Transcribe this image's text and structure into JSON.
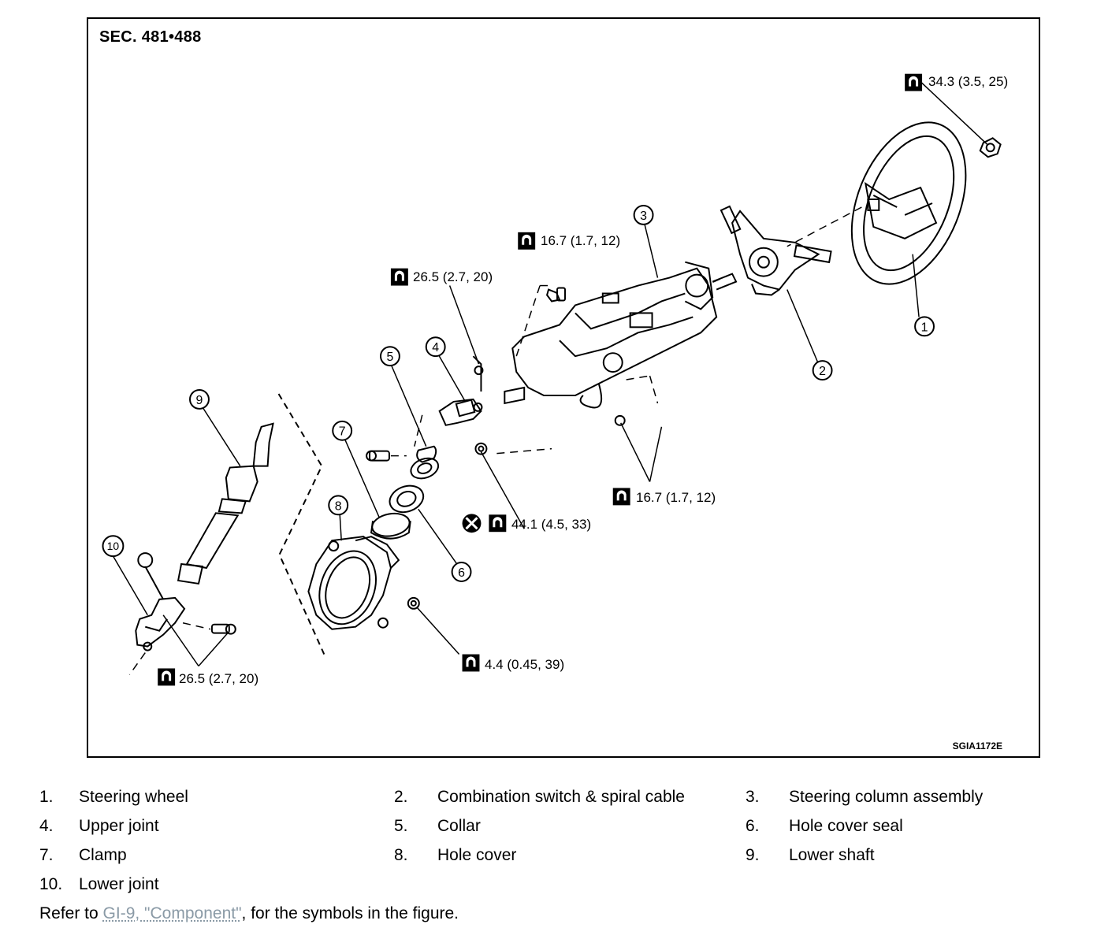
{
  "section_title": "SEC. 481•488",
  "figure_code": "SGIA1172E",
  "callouts": [
    "1",
    "2",
    "3",
    "4",
    "5",
    "6",
    "7",
    "8",
    "9",
    "10"
  ],
  "torques": {
    "t1": "34.3 (3.5, 25)",
    "t2": "16.7 (1.7, 12)",
    "t3": "26.5 (2.7, 20)",
    "t4": "16.7 (1.7, 12)",
    "t5": "44.1 (4.5, 33)",
    "t6": "4.4 (0.45, 39)",
    "t7": "26.5 (2.7, 20)"
  },
  "legend": [
    {
      "num": "1.",
      "label": "Steering wheel"
    },
    {
      "num": "2.",
      "label": "Combination switch & spiral cable"
    },
    {
      "num": "3.",
      "label": "Steering column assembly"
    },
    {
      "num": "4.",
      "label": "Upper joint"
    },
    {
      "num": "5.",
      "label": "Collar"
    },
    {
      "num": "6.",
      "label": "Hole cover seal"
    },
    {
      "num": "7.",
      "label": "Clamp"
    },
    {
      "num": "8.",
      "label": "Hole cover"
    },
    {
      "num": "9.",
      "label": "Lower shaft"
    },
    {
      "num": "10.",
      "label": "Lower joint"
    }
  ],
  "footer": {
    "prefix": "Refer to ",
    "link": "GI-9, \"Component\"",
    "suffix": ", for the symbols in the figure."
  }
}
